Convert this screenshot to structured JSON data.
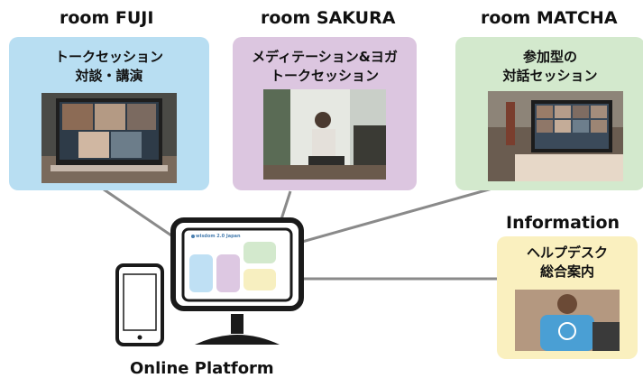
{
  "rooms": [
    {
      "title": "room FUJI",
      "line1": "トークセッション",
      "line2": "対談・講演",
      "color": "#b8def2"
    },
    {
      "title": "room SAKURA",
      "line1": "メディテーション&ヨガ",
      "line2": "トークセッション",
      "color": "#dcc6e0"
    },
    {
      "title": "room MATCHA",
      "line1": "参加型の",
      "line2": "対話セッション",
      "color": "#d3e9cd"
    }
  ],
  "information": {
    "title": "Information",
    "line1": "ヘルプデスク",
    "line2": "総合案内",
    "color": "#faf0bf"
  },
  "platform": {
    "label": "Online Platform",
    "logo": "wisdom 2.0 Japan"
  },
  "icons": [
    "smartphone-icon",
    "desktop-monitor-icon"
  ],
  "colors": {
    "connector": "#8a8a8a",
    "device": "#1a1a1a"
  }
}
